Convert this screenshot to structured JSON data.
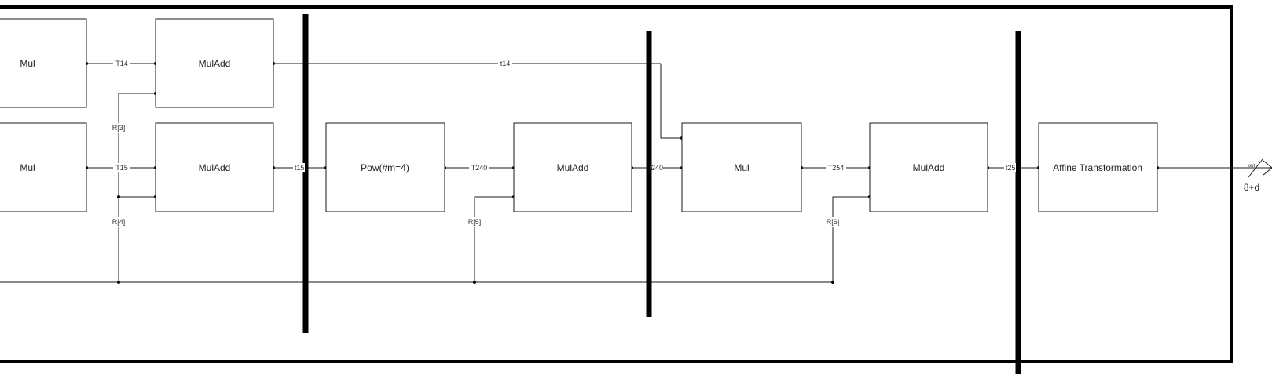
{
  "blocks": {
    "mul_top": "Mul",
    "mul_bottom": "Mul",
    "muladd_top": "MulAdd",
    "muladd_bottom": "MulAdd",
    "pow": "Pow(#m=4)",
    "muladd_mid": "MulAdd",
    "mul_mid": "Mul",
    "muladd_right": "MulAdd",
    "affine": "Affine Transformation"
  },
  "wires": {
    "t14_upper": "T14",
    "t15_upper": "T15",
    "r3": "R[3]",
    "r4": "R[4]",
    "t14_long": "t14",
    "t15_lower": "t15",
    "t240_upper": "T240",
    "r5": "R[5]",
    "t240_lower": "t240",
    "t254": "T254",
    "r6": "R[6]",
    "t25": "t25",
    "out": "out"
  },
  "output": {
    "width": "8+d"
  }
}
